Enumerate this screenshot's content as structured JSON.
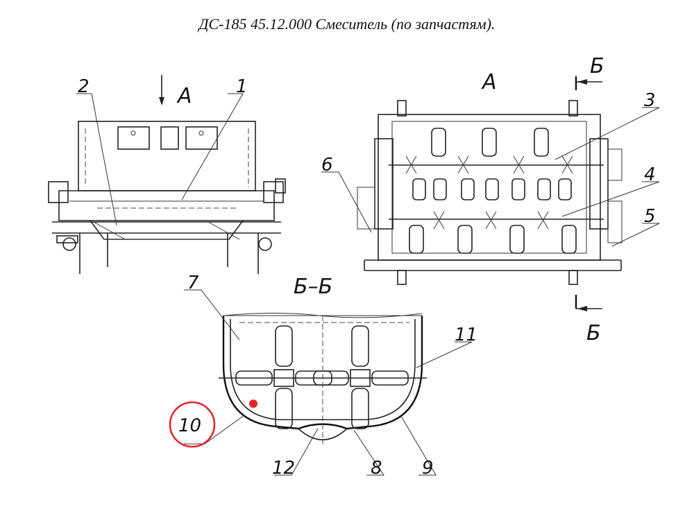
{
  "title": "ДС-185 45.12.000 Смеситель (по запчастям).",
  "view_labels": {
    "view_a_front": "А",
    "view_a_top": "А",
    "section_b_top": "Б",
    "section_b_bottom": "Б",
    "section_bb": "Б–Б"
  },
  "callouts": [
    "1",
    "2",
    "3",
    "4",
    "5",
    "6",
    "7",
    "8",
    "9",
    "10",
    "11",
    "12"
  ],
  "highlight": {
    "callout": "10",
    "color": "#e8202a"
  }
}
